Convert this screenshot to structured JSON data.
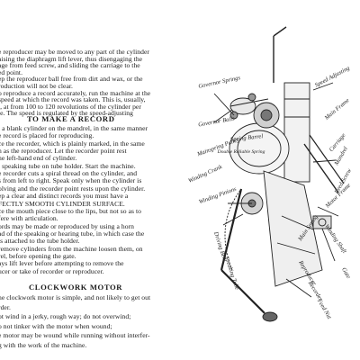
{
  "left_page": {
    "lines_a": [
      "e reproducer may be moved to any part of the cylinder",
      "aising the diaphragm lift lever, thus disengaging the",
      "age from feed screw, and sliding the carriage to the",
      "ed point.",
      "ep the reproducer ball free from dirt and wax, or the",
      "roduction will not be clear.",
      "o reproduce a record accurately, run the machine at the",
      "speed at which the record was taken. This is, usually,",
      "t, at from 100 to 120 revolutions of the cylinder per",
      "te. The speed is regulated by the speed-adjusting"
    ],
    "heading_record": "TO MAKE A RECORD",
    "lines_b": [
      "t a blank cylinder on the mandrel, in the same manner",
      "e record is placed for reproducing.",
      "ce the recorder, which is plainly marked, in the same",
      "n as the reproducer. Let the recorder point rest",
      "he left-hand end of cylinder.",
      "t speaking tube on tube holder. Start the machine.",
      "e recorder cuts a spiral thread on the cylinder, and",
      "s from left to right. Speak only when the cylinder is",
      "olving and the recorder point rests upon the cylinder.",
      "ep a clear and distinct records you must have a",
      "FECTLY SMOOTH CYLINDER SURFACE.",
      "ce the mouth piece close to the lips, but not so as to",
      "fere with articulation.",
      "ords may be made or reproduced by using a horn",
      "ad of the speaking or hearing tube, in which case the",
      "is attached to the tube holder.",
      "remove cylinders from the machine loosen them, on",
      "rel, before opening the gate.",
      "ays lift lever before attempting to remove the",
      "ucer or take of recorder or reproducer."
    ],
    "heading_clockwork": "CLOCKWORK MOTOR",
    "lines_c": [
      "he clockwork motor is simple, and not likely to get out",
      "rder.",
      "ot wind in a jerky, rough way; do not overwind;",
      "o not tinker with the motor when wound;",
      "e motor may be wound while running without interfer-",
      "g with the work of the machine."
    ]
  },
  "diagram": {
    "labels": [
      "Speed Adjusting",
      "Governor Springs",
      "Governor Balls",
      "Main Frame",
      "Carriage",
      "Feed Screw",
      "Spring Barrel",
      "Mainspring Pulley",
      "Mandrel",
      "Winding Crank",
      "Winding Pinions",
      "Motor Frame",
      "Main Spring",
      "Driving Belt",
      "Speaking Tube",
      "Reproducer",
      "Winding Shaft",
      "Feed Nut",
      "Recorder",
      "Gate"
    ],
    "spring_text": "Double Reliable Spring"
  }
}
